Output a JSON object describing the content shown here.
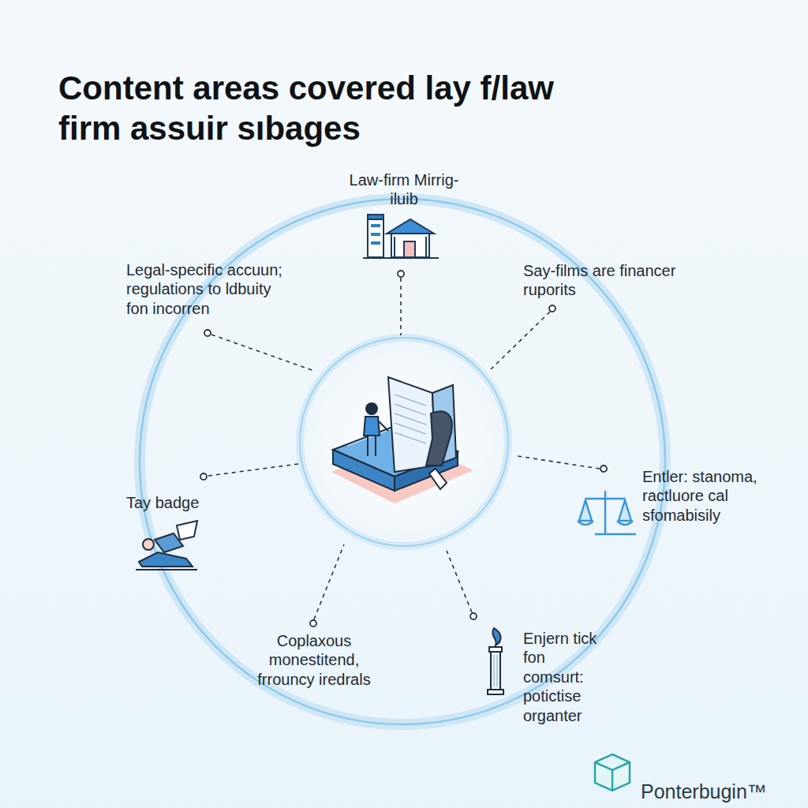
{
  "diagram": {
    "title": "Content areas covered lay f/law firm assuir sıbages",
    "labels": [
      "Law-firm Mirrig-iluib",
      "Legal-specific accuun; regulations to ldbuity fon incorren",
      "Say-films are financer ruporits",
      "Tay badge",
      "Entler: stanoma, ractluore cal sfomabisily",
      "Coplaxous monestitend, frrouncy iredrals",
      "Enjern tick fon comsurt: potictise organter",
      "Ponterbugin™"
    ]
  }
}
